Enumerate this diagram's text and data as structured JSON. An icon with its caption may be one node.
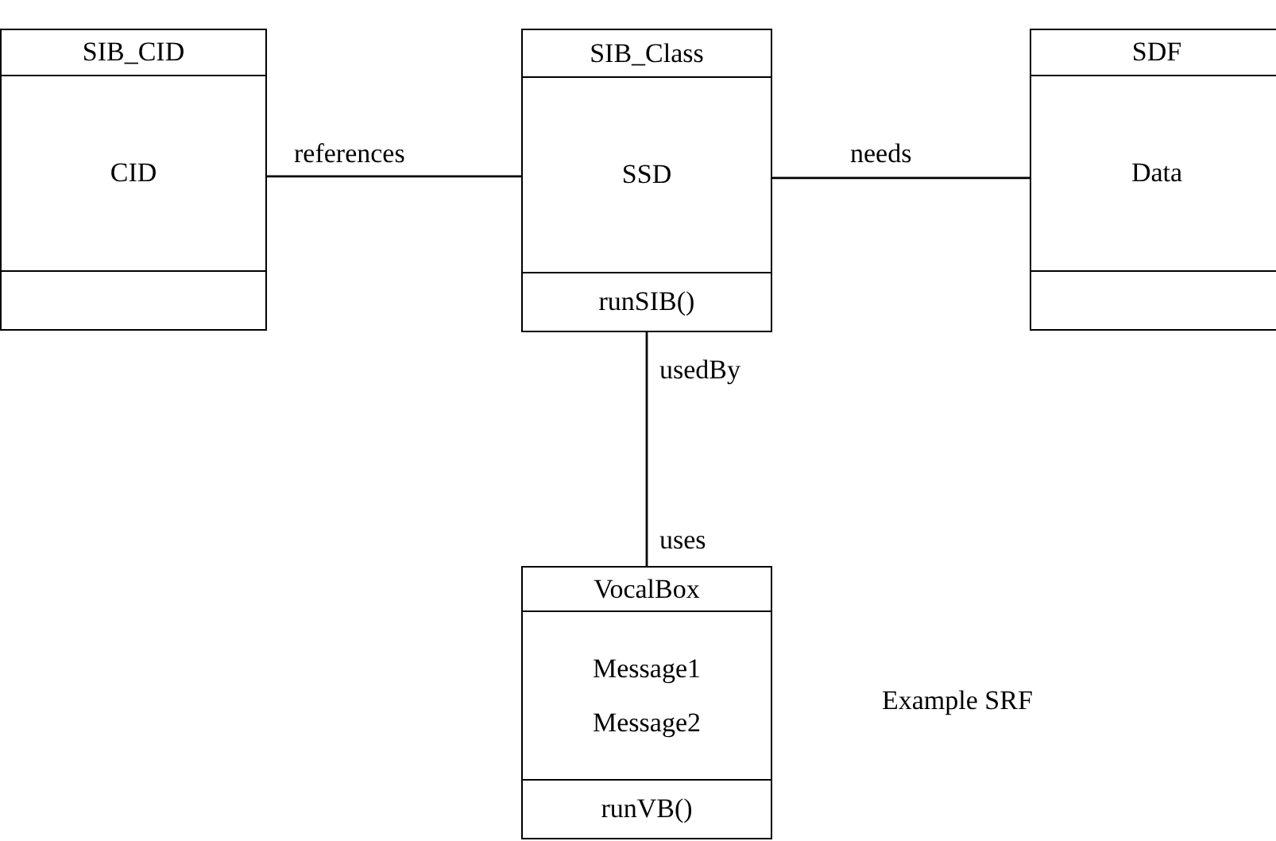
{
  "diagram": {
    "nodes": [
      {
        "text": [
          "SIB_CID",
          "CID"
        ]
      },
      {
        "text": [
          "SIB_Class",
          "SSD",
          "runSIB()"
        ]
      },
      {
        "text": [
          "SDF",
          "Data"
        ]
      },
      {
        "text": [
          "VocalBox",
          "Message1",
          "Message2",
          "runVB()"
        ]
      }
    ],
    "edges": [
      {
        "from": 0,
        "to": 1,
        "arrow": "none",
        "label": "references"
      },
      {
        "from": 1,
        "to": 2,
        "arrow": "none",
        "label": "needs"
      },
      {
        "from": 1,
        "to": 3,
        "arrow": "none",
        "label": "usedBy"
      }
    ],
    "labels": [
      "uses",
      "Example SRF"
    ]
  }
}
